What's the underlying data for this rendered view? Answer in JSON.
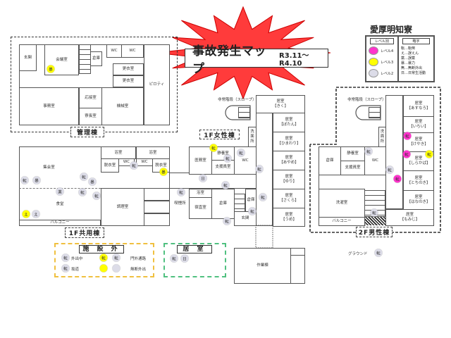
{
  "title": {
    "main": "事故発生マップ",
    "period": "R3.11～R4.10"
  },
  "facility": "愛厚明知寮",
  "legend": {
    "level_header": "レベル別",
    "abbr_header": "略字",
    "levels": [
      {
        "label": "レベル4",
        "color": "#ff33cc"
      },
      {
        "label": "レベル3",
        "color": "#ffff00"
      },
      {
        "label": "レベル2",
        "color": "#dcdce8"
      }
    ],
    "abbr": [
      "転…転倒",
      "え…誤えん",
      "薬…誤薬",
      "暴…暴力",
      "無…無断外出",
      "日…日常生活動"
    ]
  },
  "buildings": {
    "kanri": "管理棟",
    "kyoyo": "1F共用棟",
    "josei": "1F女性棟",
    "dansei": "2F男性棟"
  },
  "rooms": {
    "genkan1": "玄関",
    "kaigi": "会議室",
    "souko1": "倉庫",
    "wc1": "WC",
    "wc2": "WC",
    "koui1": "更衣室",
    "koui2": "更衣室",
    "piloti": "ピロティ",
    "jimu": "事務室",
    "ousetsu": "応接室",
    "ryocho": "寮長室",
    "kikai": "機械室",
    "shukai": "集会室",
    "shokudo": "食堂",
    "yoku1": "浴室",
    "yoku2": "浴室",
    "datsui1": "脱衣室",
    "wc3": "WC",
    "wc4": "WC",
    "datsui2": "脱衣室",
    "chori": "調理室",
    "balcony1": "バルコニー",
    "imu": "医務室",
    "seiyo1": "静養室",
    "shien1": "支援員室",
    "wc5": "WC",
    "senmen1": "洗面所",
    "kitsuen": "喫煙所",
    "yoku3": "浴室",
    "shukuchoku": "宿直室",
    "souko2": "倉庫",
    "souko3": "倉庫",
    "genkan2": "玄関",
    "kiku": "居室\n【きく】",
    "botan": "居室\n【ぼたん】",
    "himawari": "居室\n【ひまわり】",
    "ayame": "居室\n【あやめ】",
    "yuri": "居室\n【ゆり】",
    "sakura": "居室\n【さくら】",
    "ume": "居室\n【うめ】",
    "souko4": "倉庫",
    "seiyo2": "静養室",
    "shien2": "支援員室",
    "wc6": "WC",
    "senmen2": "洗面所",
    "sentaku": "洗濯室",
    "balcony2": "バルコニー",
    "asunaro": "居室\n【あすなろ】",
    "ichii": "居室\n【いちい】",
    "keyaki": "居室\n【けやき】",
    "shirakaba": "居室\n【しらかば】",
    "tochinoki": "居室\n【とちのき】",
    "hananoki": "居室\n【はなのき】",
    "momiji": "居室\n【もみじ】",
    "sagyo": "作業棟"
  },
  "labels": {
    "emergency_stairs_1": "非常階段（スロープ）",
    "emergency_stairs_2": "非常階段（スロープ）",
    "ground": "グラウンド"
  },
  "markers": [
    {
      "label": "暴",
      "level": 3
    },
    {
      "label": "転",
      "level": 2
    },
    {
      "label": "暴",
      "level": 2
    },
    {
      "label": "転",
      "level": 2
    },
    {
      "label": "暴",
      "level": 2
    },
    {
      "label": "薬",
      "level": 2
    },
    {
      "label": "転",
      "level": 2
    },
    {
      "label": "転",
      "level": 2
    },
    {
      "label": "え",
      "level": 3
    },
    {
      "label": "え",
      "level": 2
    },
    {
      "label": "転",
      "level": 2
    },
    {
      "label": "暴",
      "level": 3
    },
    {
      "label": "転",
      "level": 3
    },
    {
      "label": "転",
      "level": 2
    },
    {
      "label": "転",
      "level": 2
    },
    {
      "label": "転",
      "level": 2
    },
    {
      "label": "日",
      "level": 2
    },
    {
      "label": "転",
      "level": 2
    },
    {
      "label": "転",
      "level": 2
    },
    {
      "label": "転",
      "level": 2
    },
    {
      "label": "転",
      "level": 2
    },
    {
      "label": "転",
      "level": 2
    },
    {
      "label": "転",
      "level": 2
    },
    {
      "label": "転",
      "level": 4
    },
    {
      "label": "転",
      "level": 4
    },
    {
      "label": "転",
      "level": 3
    },
    {
      "label": "転",
      "level": 2
    },
    {
      "label": "転",
      "level": 4
    },
    {
      "label": "転",
      "level": 2
    },
    {
      "label": "転",
      "level": 2
    }
  ],
  "outside": {
    "header": "施 設 外",
    "items": [
      {
        "marker": "転",
        "level": 2,
        "text": "外出中"
      },
      {
        "marker": "転",
        "level": 2,
        "text": "坂道"
      },
      {
        "marker": "転",
        "level": 3,
        "text": ""
      },
      {
        "marker": "転",
        "level": 2,
        "text": "門外通路"
      },
      {
        "marker": "",
        "level": 3,
        "text": ""
      },
      {
        "marker": "",
        "level": 2,
        "text": "無断外出"
      }
    ]
  },
  "in_room": {
    "header": "居 室",
    "items": [
      {
        "marker": "転",
        "level": 2
      },
      {
        "marker": "日",
        "level": 2
      }
    ]
  }
}
